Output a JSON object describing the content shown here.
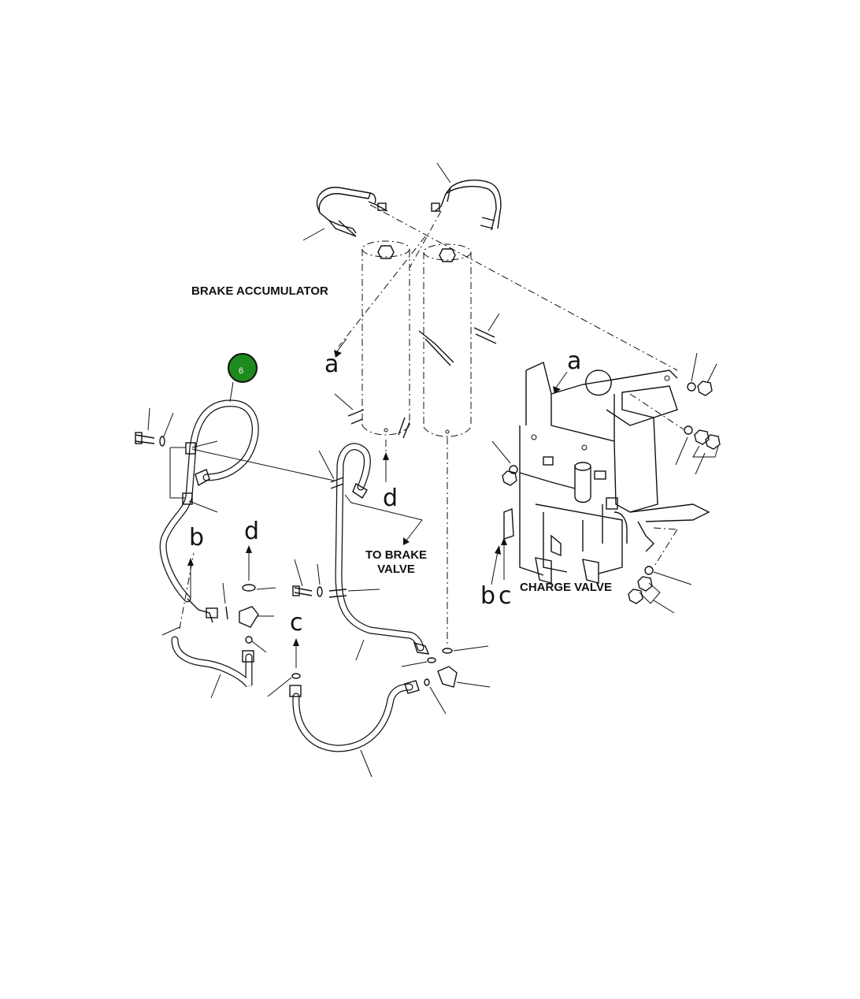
{
  "labels": {
    "brake_accumulator": "BRAKE ACCUMULATOR",
    "to_brake_valve_line1": "TO BRAKE",
    "to_brake_valve_line2": "VALVE",
    "charge_valve": "CHARGE VALVE"
  },
  "callout": {
    "number": "6",
    "color": "#1e8a1e"
  },
  "refs": {
    "a_left": "a",
    "a_right": "a",
    "b_left": "b",
    "b_right": "b",
    "c_mid": "c",
    "c_right": "c",
    "d_upper": "d",
    "d_lower": "d"
  }
}
